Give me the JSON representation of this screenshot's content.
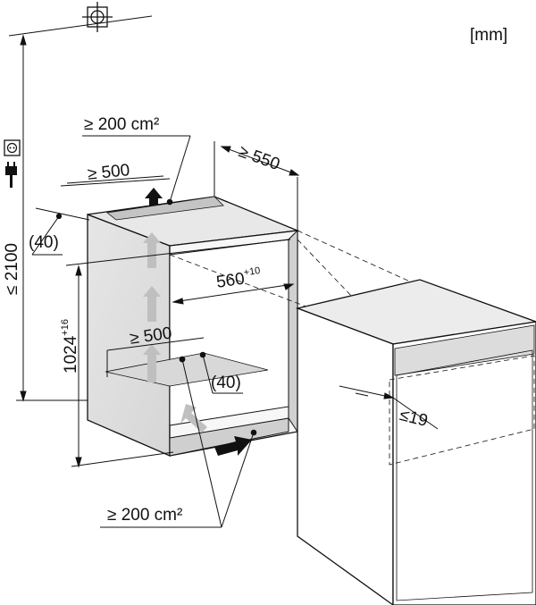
{
  "units_label": "[mm]",
  "labels": {
    "vent_area_top": "≥ 200 cm²",
    "vent_area_bottom": "≥ 200 cm²",
    "depth_min": "≥ 550",
    "top_depth": "≥ 500",
    "top_gap": "(40)",
    "width_value": "560",
    "width_tol": "+10",
    "mid_depth": "≥ 500",
    "mid_gap": "(40)",
    "height_value": "1024",
    "height_tol": "+16",
    "total_height": "≤ 2100",
    "door_offset": "≤19"
  },
  "icons": [
    "center-mark-icon",
    "socket-icon",
    "plug-icon"
  ]
}
